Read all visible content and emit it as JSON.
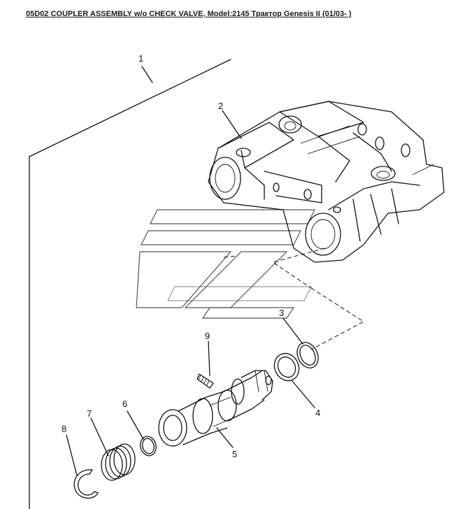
{
  "title": "05D02 COUPLER ASSEMBLY w/o CHECK VALVE, Model:2145 Трактор Genesis II (01/03- )",
  "callouts": {
    "c1": "1",
    "c2": "2",
    "c3": "3",
    "c4": "4",
    "c5": "5",
    "c6": "6",
    "c7": "7",
    "c8": "8",
    "c9": "9"
  }
}
